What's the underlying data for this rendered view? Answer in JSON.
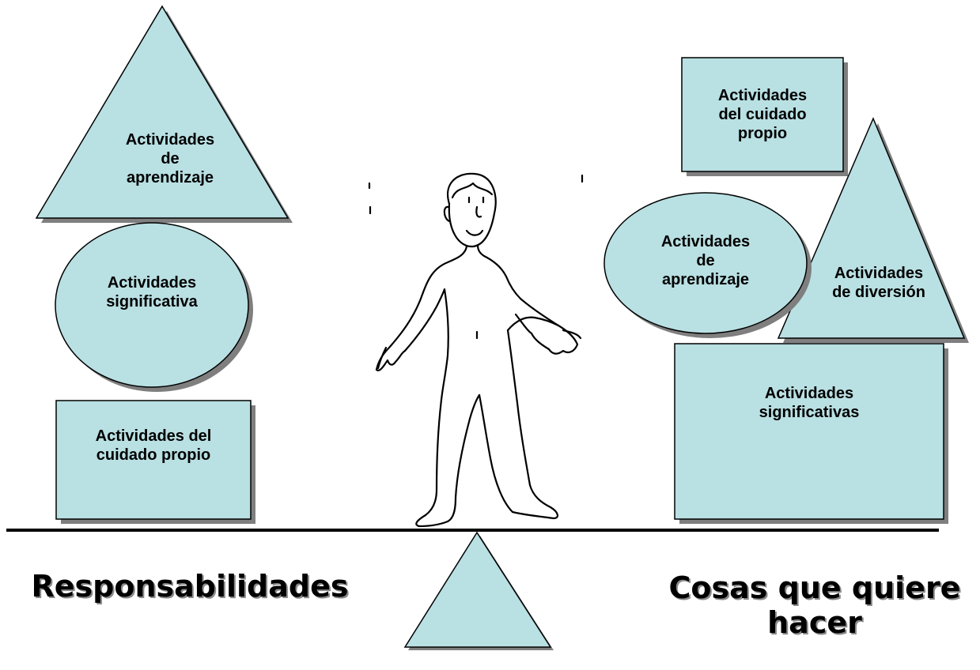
{
  "colors": {
    "shape_fill": "#b9e0e3",
    "shape_stroke": "#000000",
    "shadow": "#7f7f7f",
    "beam": "#000000"
  },
  "left_side": {
    "caption": "Responsabilidades",
    "triangle": "Actividades\nde\naprendizaje",
    "ellipse": "Actividades\nsignificativa",
    "rectangle": "Actividades del\ncuidado  propio"
  },
  "right_side": {
    "caption": "Cosas que quiere\nhacer",
    "top_rectangle": "Actividades\ndel cuidado\npropio",
    "ellipse": "Actividades\nde\naprendizaje",
    "triangle": "Actividades\nde diversión",
    "big_rectangle": "Actividades\nsignificativas"
  },
  "figure": {
    "icon": "person-drawing-icon"
  }
}
